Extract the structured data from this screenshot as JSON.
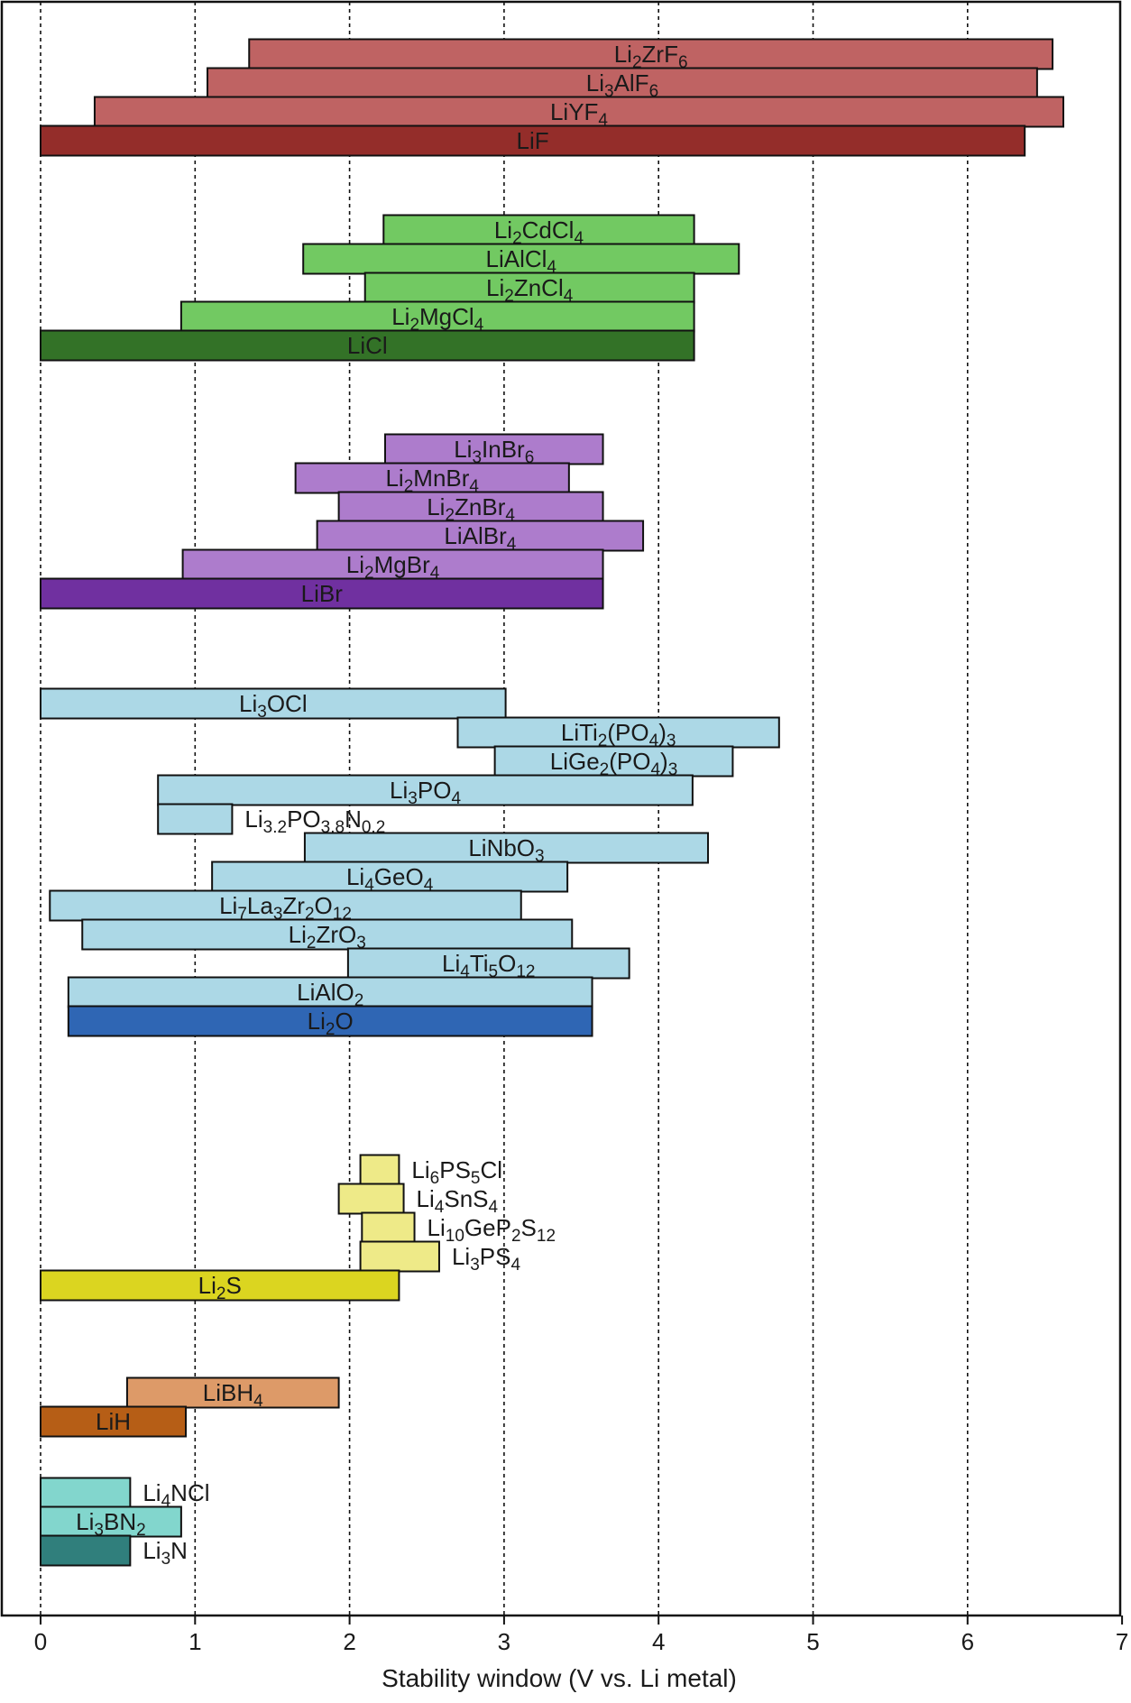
{
  "chart_data": {
    "type": "bar",
    "orientation": "horizontal-range",
    "xlabel": "Stability window (V vs. Li metal)",
    "xlim": [
      0,
      7
    ],
    "xticks": [
      "0",
      "1",
      "2",
      "3",
      "4",
      "5",
      "6",
      "7"
    ],
    "grid": "vertical dashed at integer x",
    "colors": {
      "fluoride": "#bf6363",
      "fluoride_dark": "#942d2a",
      "chloride": "#72c962",
      "chloride_dark": "#337227",
      "bromide": "#ad7ccc",
      "bromide_dark": "#7030a0",
      "oxide": "#acd8e6",
      "oxide_dark": "#2f66b4",
      "sulfide": "#eeea88",
      "sulfide_dark": "#dbd520",
      "hydride": "#dd9a68",
      "hydride_dark": "#b65e16",
      "nitride": "#82d6cd",
      "nitride_dark": "#307f7c"
    },
    "series": [
      {
        "label": [
          "Li",
          "2",
          "ZrF",
          "6"
        ],
        "start": 1.35,
        "end": 6.55,
        "color": "fluoride",
        "label_pos": "center"
      },
      {
        "label": [
          "Li",
          "3",
          "AlF",
          "6"
        ],
        "start": 1.08,
        "end": 6.45,
        "color": "fluoride",
        "label_pos": "center"
      },
      {
        "label": [
          "LiYF",
          "4"
        ],
        "start": 0.35,
        "end": 6.62,
        "color": "fluoride",
        "label_pos": "center"
      },
      {
        "label": [
          "LiF"
        ],
        "start": 0.0,
        "end": 6.37,
        "color": "fluoride_dark",
        "label_pos": "center"
      },
      {
        "label": [
          "Li",
          "2",
          "CdCl",
          "4"
        ],
        "start": 2.22,
        "end": 4.23,
        "color": "chloride",
        "label_pos": "center"
      },
      {
        "label": [
          "LiAlCl",
          "4"
        ],
        "start": 1.7,
        "end": 4.52,
        "color": "chloride",
        "label_pos": "center"
      },
      {
        "label": [
          "Li",
          "2",
          "ZnCl",
          "4"
        ],
        "start": 2.1,
        "end": 4.23,
        "color": "chloride",
        "label_pos": "center"
      },
      {
        "label": [
          "Li",
          "2",
          "MgCl",
          "4"
        ],
        "start": 0.91,
        "end": 4.23,
        "color": "chloride",
        "label_pos": "center"
      },
      {
        "label": [
          "LiCl"
        ],
        "start": 0.0,
        "end": 4.23,
        "color": "chloride_dark",
        "label_pos": "center"
      },
      {
        "label": [
          "Li",
          "3",
          "InBr",
          "6"
        ],
        "start": 2.23,
        "end": 3.64,
        "color": "bromide",
        "label_pos": "center"
      },
      {
        "label": [
          "Li",
          "2",
          "MnBr",
          "4"
        ],
        "start": 1.65,
        "end": 3.42,
        "color": "bromide",
        "label_pos": "center"
      },
      {
        "label": [
          "Li",
          "2",
          "ZnBr",
          "4"
        ],
        "start": 1.93,
        "end": 3.64,
        "color": "bromide",
        "label_pos": "center"
      },
      {
        "label": [
          "LiAlBr",
          "4"
        ],
        "start": 1.79,
        "end": 3.9,
        "color": "bromide",
        "label_pos": "center"
      },
      {
        "label": [
          "Li",
          "2",
          "MgBr",
          "4"
        ],
        "start": 0.92,
        "end": 3.64,
        "color": "bromide",
        "label_pos": "center"
      },
      {
        "label": [
          "LiBr"
        ],
        "start": 0.0,
        "end": 3.64,
        "color": "bromide_dark",
        "label_pos": "center"
      },
      {
        "label": [
          "Li",
          "3",
          "OCl"
        ],
        "start": 0.0,
        "end": 3.01,
        "color": "oxide",
        "label_pos": "center"
      },
      {
        "label": [
          "LiTi",
          "2",
          "(PO",
          "4",
          ")",
          "3"
        ],
        "start": 2.7,
        "end": 4.78,
        "color": "oxide",
        "label_pos": "center"
      },
      {
        "label": [
          "LiGe",
          "2",
          "(PO",
          "4",
          ")",
          "3"
        ],
        "start": 2.94,
        "end": 4.48,
        "color": "oxide",
        "label_pos": "center"
      },
      {
        "label": [
          "Li",
          "3",
          "PO",
          "4"
        ],
        "start": 0.76,
        "end": 4.22,
        "color": "oxide",
        "label_pos": "center"
      },
      {
        "label": [
          "Li",
          "3.2",
          "PO",
          "3.8",
          "N",
          "0.2"
        ],
        "start": 0.76,
        "end": 1.24,
        "color": "oxide",
        "label_pos": "right"
      },
      {
        "label": [
          "LiNbO",
          "3"
        ],
        "start": 1.71,
        "end": 4.32,
        "color": "oxide",
        "label_pos": "center"
      },
      {
        "label": [
          "Li",
          "4",
          "GeO",
          "4"
        ],
        "start": 1.11,
        "end": 3.41,
        "color": "oxide",
        "label_pos": "center"
      },
      {
        "label": [
          "Li",
          "7",
          "La",
          "3",
          "Zr",
          "2",
          "O",
          "12"
        ],
        "start": 0.06,
        "end": 3.11,
        "color": "oxide",
        "label_pos": "center"
      },
      {
        "label": [
          "Li",
          "2",
          "ZrO",
          "3"
        ],
        "start": 0.27,
        "end": 3.44,
        "color": "oxide",
        "label_pos": "center"
      },
      {
        "label": [
          "Li",
          "4",
          "Ti",
          "5",
          "O",
          "12"
        ],
        "start": 1.99,
        "end": 3.81,
        "color": "oxide",
        "label_pos": "center"
      },
      {
        "label": [
          "LiAlO",
          "2"
        ],
        "start": 0.18,
        "end": 3.57,
        "color": "oxide",
        "label_pos": "center"
      },
      {
        "label": [
          "Li",
          "2",
          "O"
        ],
        "start": 0.18,
        "end": 3.57,
        "color": "oxide_dark",
        "label_pos": "center"
      },
      {
        "label": [
          "Li",
          "6",
          "PS",
          "5",
          "Cl"
        ],
        "start": 2.07,
        "end": 2.32,
        "color": "sulfide",
        "label_pos": "right"
      },
      {
        "label": [
          "Li",
          "4",
          "SnS",
          "4"
        ],
        "start": 1.93,
        "end": 2.35,
        "color": "sulfide",
        "label_pos": "right"
      },
      {
        "label": [
          "Li",
          "10",
          "GeP",
          "2",
          "S",
          "12"
        ],
        "start": 2.08,
        "end": 2.42,
        "color": "sulfide",
        "label_pos": "right"
      },
      {
        "label": [
          "Li",
          "3",
          "PS",
          "4"
        ],
        "start": 2.07,
        "end": 2.58,
        "color": "sulfide",
        "label_pos": "right"
      },
      {
        "label": [
          "Li",
          "2",
          "S"
        ],
        "start": 0.0,
        "end": 2.32,
        "color": "sulfide_dark",
        "label_pos": "center"
      },
      {
        "label": [
          "LiBH",
          "4"
        ],
        "start": 0.56,
        "end": 1.93,
        "color": "hydride",
        "label_pos": "center"
      },
      {
        "label": [
          "LiH"
        ],
        "start": 0.0,
        "end": 0.94,
        "color": "hydride_dark",
        "label_pos": "center"
      },
      {
        "label": [
          "Li",
          "4",
          "NCl"
        ],
        "start": 0.0,
        "end": 0.58,
        "color": "nitride",
        "label_pos": "right"
      },
      {
        "label": [
          "Li",
          "3",
          "BN",
          "2"
        ],
        "start": 0.0,
        "end": 0.91,
        "color": "nitride",
        "label_pos": "center"
      },
      {
        "label": [
          "Li",
          "3",
          "N"
        ],
        "start": 0.0,
        "end": 0.58,
        "color": "nitride_dark",
        "label_pos": "right"
      }
    ]
  }
}
